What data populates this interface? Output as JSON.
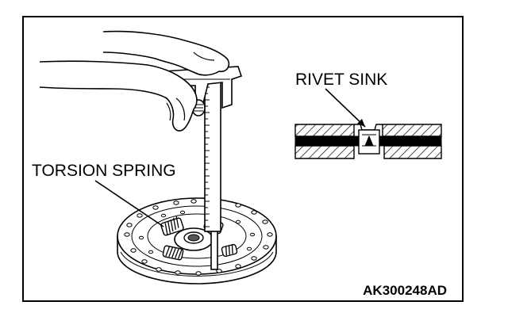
{
  "labels": {
    "rivet_sink": "RIVET SINK",
    "torsion_spring": "TORSION SPRING",
    "figure_code": "AK300248AD"
  },
  "colors": {
    "ink": "#000000",
    "paper": "#ffffff"
  }
}
